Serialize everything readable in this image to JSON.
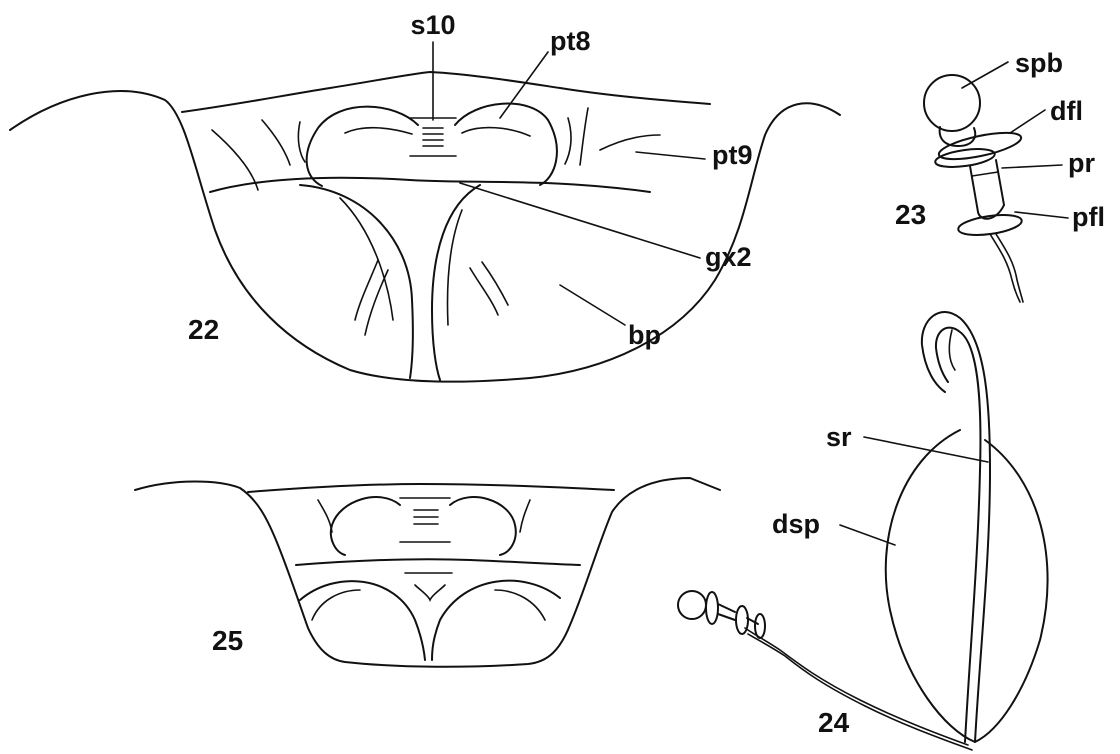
{
  "figures": {
    "fig22": {
      "number": "22",
      "labels": {
        "s10": "s10",
        "pt8": "pt8",
        "pt9": "pt9",
        "gx2": "gx2",
        "bp": "bp"
      }
    },
    "fig23": {
      "number": "23",
      "labels": {
        "spb": "spb",
        "dfl": "dfl",
        "pr": "pr",
        "pfl": "pfl"
      }
    },
    "fig24": {
      "number": "24",
      "labels": {
        "sr": "sr",
        "dsp": "dsp"
      }
    },
    "fig25": {
      "number": "25"
    }
  }
}
